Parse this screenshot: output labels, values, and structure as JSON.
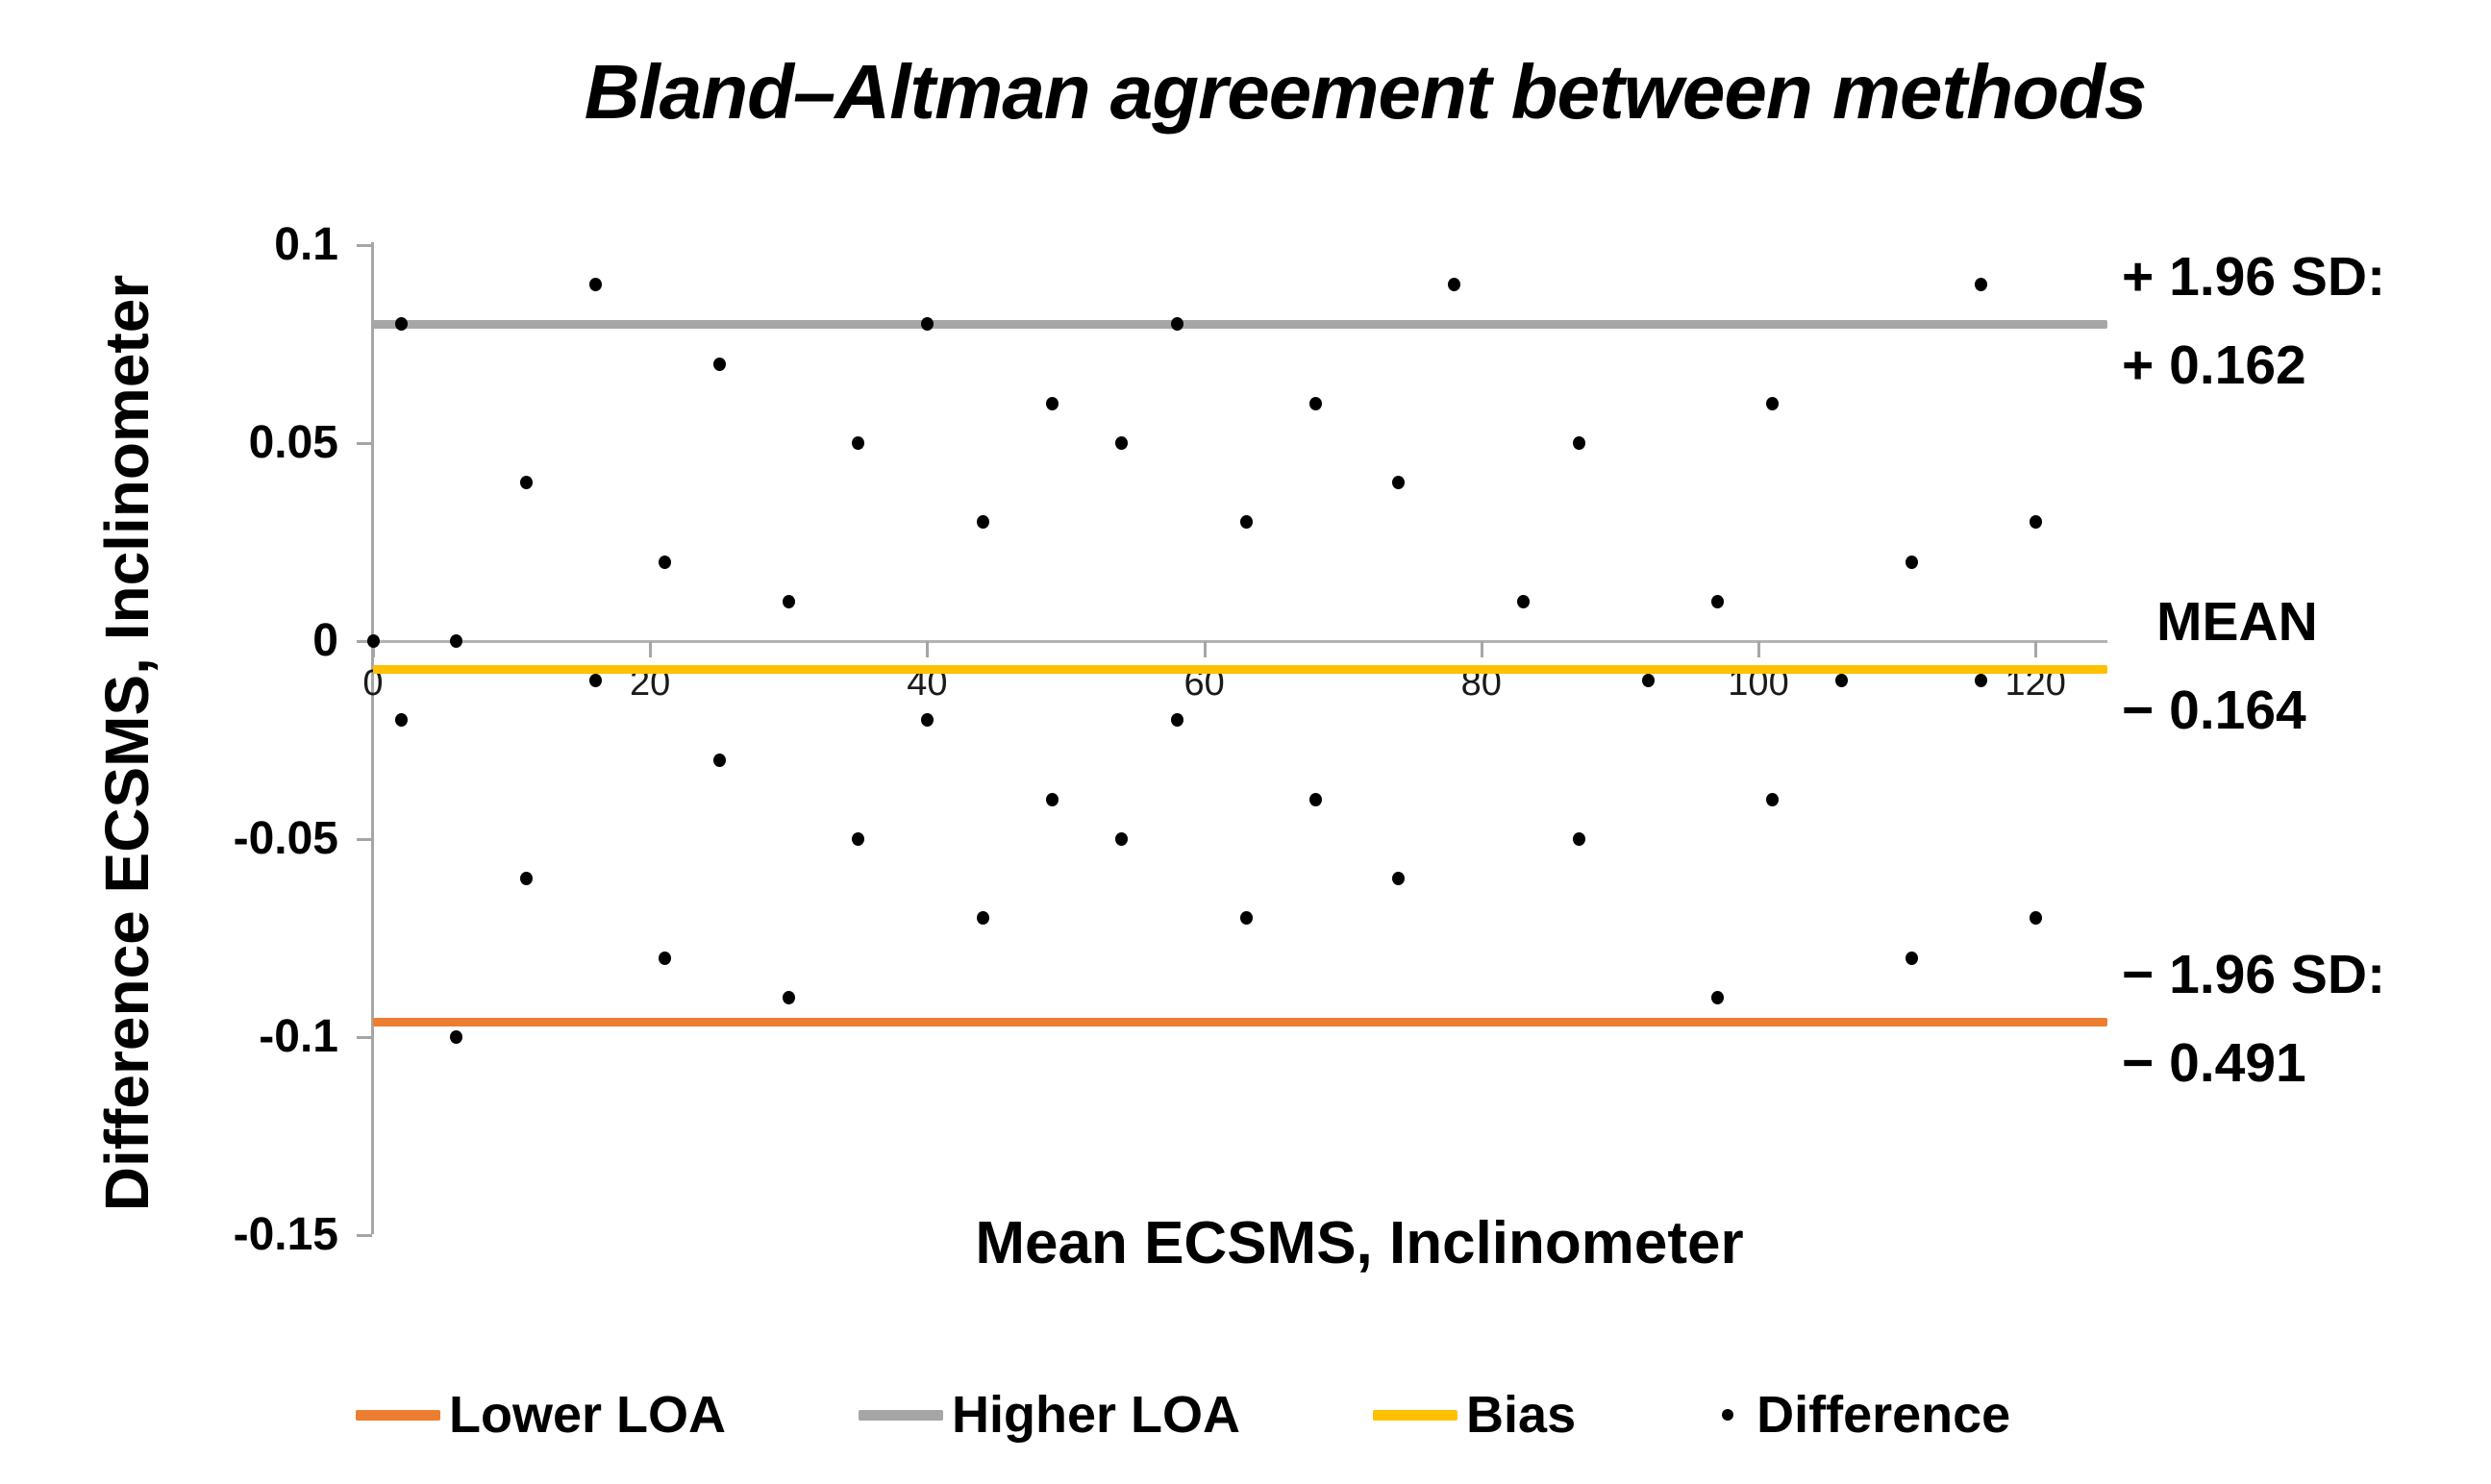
{
  "chart_data": {
    "type": "scatter",
    "title": "Bland–Altman agreement between methods",
    "xlabel": "Mean ECSMS, Inclinometer",
    "ylabel": "Difference ECSMS, Inclinometer",
    "xlim": [
      0,
      125
    ],
    "ylim": [
      -0.15,
      0.101
    ],
    "grid": false,
    "legend_position": "bottom",
    "xticks": [
      0,
      20,
      40,
      60,
      80,
      100,
      120
    ],
    "yticks": [
      {
        "v": 0.1,
        "label": "0.1"
      },
      {
        "v": 0.05,
        "label": "0.05"
      },
      {
        "v": 0,
        "label": "0"
      },
      {
        "v": -0.05,
        "label": "-0.05"
      },
      {
        "v": -0.1,
        "label": "-0.1"
      },
      {
        "v": -0.15,
        "label": "-0.15"
      }
    ],
    "series": [
      {
        "name": "Difference",
        "marker": "dot",
        "color": "#000000",
        "points": [
          [
            16,
            0.09
          ],
          [
            78,
            0.09
          ],
          [
            116,
            0.09
          ],
          [
            2,
            0.08
          ],
          [
            40,
            0.08
          ],
          [
            58,
            0.08
          ],
          [
            25,
            0.07
          ],
          [
            49,
            0.06
          ],
          [
            68,
            0.06
          ],
          [
            101,
            0.06
          ],
          [
            35,
            0.05
          ],
          [
            54,
            0.05
          ],
          [
            87,
            0.05
          ],
          [
            11,
            0.04
          ],
          [
            74,
            0.04
          ],
          [
            44,
            0.03
          ],
          [
            63,
            0.03
          ],
          [
            120,
            0.03
          ],
          [
            21,
            0.02
          ],
          [
            111,
            0.02
          ],
          [
            30,
            0.01
          ],
          [
            83,
            0.01
          ],
          [
            97,
            0.01
          ],
          [
            0,
            0.0
          ],
          [
            6,
            0.0
          ],
          [
            16,
            -0.01
          ],
          [
            92,
            -0.01
          ],
          [
            106,
            -0.01
          ],
          [
            116,
            -0.01
          ],
          [
            2,
            -0.02
          ],
          [
            40,
            -0.02
          ],
          [
            58,
            -0.02
          ],
          [
            25,
            -0.03
          ],
          [
            49,
            -0.04
          ],
          [
            68,
            -0.04
          ],
          [
            101,
            -0.04
          ],
          [
            35,
            -0.05
          ],
          [
            54,
            -0.05
          ],
          [
            87,
            -0.05
          ],
          [
            11,
            -0.06
          ],
          [
            74,
            -0.06
          ],
          [
            44,
            -0.07
          ],
          [
            63,
            -0.07
          ],
          [
            120,
            -0.07
          ],
          [
            21,
            -0.08
          ],
          [
            111,
            -0.08
          ],
          [
            30,
            -0.09
          ],
          [
            97,
            -0.09
          ],
          [
            6,
            -0.1
          ]
        ]
      }
    ],
    "reference_lines": [
      {
        "name": "Higher LOA",
        "plot_y": 0.08,
        "color": "#a6a6a6",
        "annotation": [
          "+ 1.96 SD:",
          "+ 0.162"
        ]
      },
      {
        "name": "Bias",
        "plot_y": -0.007,
        "color": "#ffc000",
        "annotation": [
          "MEAN",
          "− 0.164"
        ]
      },
      {
        "name": "Lower LOA",
        "plot_y": -0.096,
        "color": "#ed7d31",
        "annotation": [
          "− 1.96 SD:",
          "− 0.491"
        ]
      }
    ],
    "legend": {
      "items": [
        {
          "label": "Lower LOA",
          "marker": "line",
          "color": "#ed7d31"
        },
        {
          "label": "Higher LOA",
          "marker": "line",
          "color": "#a6a6a6"
        },
        {
          "label": "Bias",
          "marker": "line",
          "color": "#ffc000"
        },
        {
          "label": "Difference",
          "marker": "dot",
          "color": "#000000"
        }
      ]
    }
  }
}
